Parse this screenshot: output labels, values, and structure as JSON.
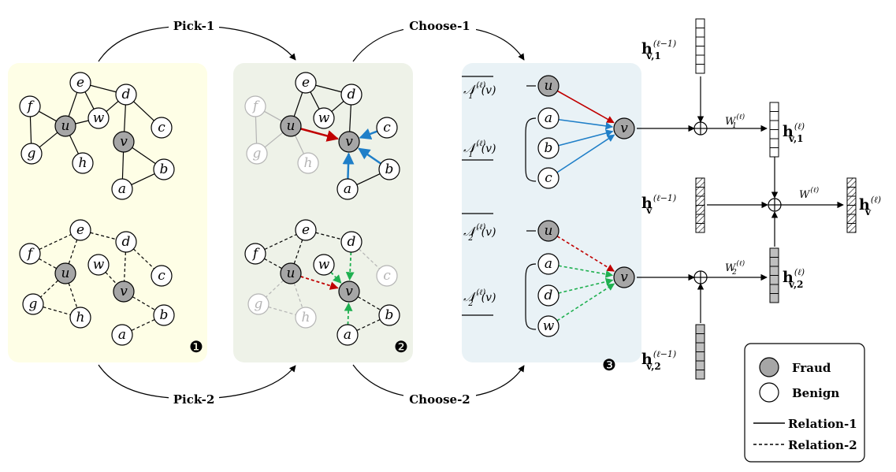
{
  "arrows": {
    "pick1": "Pick-1",
    "pick2": "Pick-2",
    "choose1": "Choose-1",
    "choose2": "Choose-2"
  },
  "node_letters": {
    "u": "u",
    "v": "v",
    "e": "e",
    "d": "d",
    "f": "f",
    "g": "g",
    "h": "h",
    "w": "w",
    "c": "c",
    "b": "b",
    "a": "a"
  },
  "steps": {
    "one": "❶",
    "two": "❷",
    "three": "❸"
  },
  "aggregation": {
    "h_prev_1": {
      "base": "h",
      "sup": "(ℓ−1)",
      "sub": "v,1"
    },
    "h_prev": {
      "base": "h",
      "sup": "(ℓ−1)",
      "sub": "v"
    },
    "h_prev_2": {
      "base": "h",
      "sup": "(ℓ−1)",
      "sub": "v,2"
    },
    "h_cur_1": {
      "base": "h",
      "sup": "(ℓ)",
      "sub": "v,1"
    },
    "h_cur_2": {
      "base": "h",
      "sup": "(ℓ)",
      "sub": "v,2"
    },
    "h_cur": {
      "base": "h",
      "sup": "(ℓ)",
      "sub": "v"
    },
    "w1": {
      "base": "W",
      "sup": "(ℓ)",
      "sub": "1"
    },
    "w2": {
      "base": "W",
      "sup": "(ℓ)",
      "sub": "2"
    },
    "w": {
      "base": "W",
      "sup": "(ℓ)",
      "sub": ""
    }
  },
  "neighborhoods": {
    "n1_bar": {
      "base": "𝒩",
      "sup": "(ℓ)",
      "sub": "1",
      "arg": "(v)"
    },
    "n1": {
      "base": "𝒩",
      "sup": "(ℓ)",
      "sub": "1",
      "arg": "(v)"
    },
    "n2_bar": {
      "base": "𝒩",
      "sup": "(ℓ)",
      "sub": "2",
      "arg": "(v)"
    },
    "n2": {
      "base": "𝒩",
      "sup": "(ℓ)",
      "sub": "2",
      "arg": "(v)"
    }
  },
  "legend": {
    "fraud": "Fraud",
    "benign": "Benign",
    "relation1": "Relation-1",
    "relation2": "Relation-2"
  },
  "colors": {
    "panel1": "#fefee6",
    "panel2": "#eef2e8",
    "panel3": "#e9f2f6",
    "fraud_node": "#a6a6a6",
    "red_edge": "#c00000",
    "blue_edge": "#1f7fc8",
    "green_edge": "#1fb050",
    "faded": "#b4b4b4"
  }
}
